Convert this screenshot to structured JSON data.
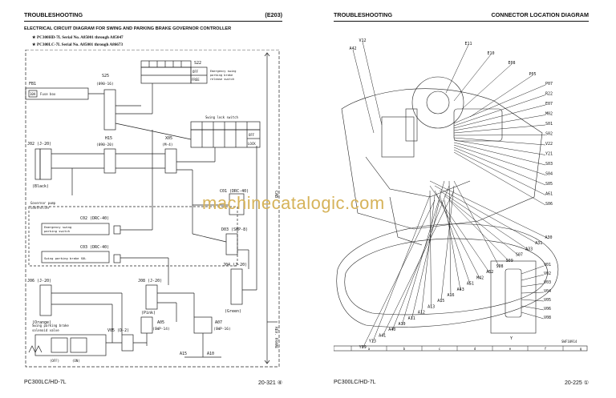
{
  "left_page": {
    "header_left": "TROUBLESHOOTING",
    "header_right": "(E203)",
    "subtitle": "ELECTRICAL CIRCUIT DIAGRAM FOR SWING AND PARKING BRAKE GOVERNOR CONTROLLER",
    "serial_1": "★  PC300HD-7L Serial No. A85001 through A85047",
    "serial_2": "★  PC300LC-7L Serial No. A85001 through A86673",
    "footer_model": "PC300LC/HD-7L",
    "footer_page": "20-321 ④",
    "labels": {
      "fb1": "FB1",
      "fuse_val": "10A",
      "fuse_box": "Fuse box",
      "s25": "S25",
      "s25_type": "(090-16)",
      "s22": "S22",
      "s22_off": "OFF",
      "s22_free": "FREE",
      "s22_desc1": "Emergency swing",
      "s22_desc2": "parking brake",
      "s22_desc3": "release switch",
      "swing_lock": "Swing lock switch",
      "lock_off": "OFF",
      "lock_on": "LOCK",
      "j02": "J02 (J-20)",
      "h15": "H15",
      "h15_type": "(090-20)",
      "x05": "X05",
      "x05_type": "(M-4)",
      "black": "(Black)",
      "governor1": "Governor pump",
      "governor2": "controller",
      "c01": "C01 (DRC-40)",
      "c02": "C02 (DRC-40)",
      "c02_desc1": "Emergency swing",
      "c02_desc2": "parking switch",
      "c03": "C03 (DRC-40)",
      "c03_desc": "Swing parking brake SOL",
      "d03": "D03 (SWP-8)",
      "j04": "J04 (J-20)",
      "green": "(Green)",
      "j06": "J06 (J-20)",
      "orange": "(Orange)",
      "j08": "J08 (J-20)",
      "pink": "(Pink)",
      "a05": "A05",
      "a05_type": "(SWP-14)",
      "a07": "A07",
      "a07_type": "(SWP-16)",
      "v05": "V05 (D-2)",
      "solenoid1": "Swing parking brake",
      "solenoid2": "solenoid valve",
      "sol_off": "(OFF)",
      "sol_on": "(ON)",
      "a15": "A15",
      "a10": "A10",
      "cab": "CAB",
      "rev_frame": "REV. FRAME"
    }
  },
  "right_page": {
    "header_left": "TROUBLESHOOTING",
    "header_right": "CONNECTOR LOCATION DIAGRAM",
    "footer_model": "PC300LC/HD-7L",
    "footer_page": "20-225 ①",
    "inset_label": "Y",
    "callouts_top": [
      "V12",
      "A42",
      "E11",
      "E10",
      "E08",
      "P05",
      "P07",
      "R22",
      "E07",
      "M02",
      "S01",
      "S02",
      "V22",
      "Y21",
      "S03",
      "S04",
      "S05",
      "A61",
      "S06"
    ],
    "callouts_mid": [
      "A30",
      "A31",
      "A33",
      "S07",
      "S09",
      "S08",
      "A52",
      "M42",
      "A51",
      "A43",
      "A16",
      "A15",
      "A13",
      "A12",
      "A11",
      "A10",
      "A40",
      "A41",
      "Y13",
      "Y09"
    ],
    "callouts_v": [
      "V01",
      "V02",
      "V03",
      "V04",
      "V05",
      "V06",
      "V08"
    ],
    "figure_code": "SWF10914",
    "scale_letters": [
      "a",
      "b",
      "c",
      "d",
      "e",
      "f",
      "g"
    ]
  },
  "watermark": "machinecatalogic.com"
}
